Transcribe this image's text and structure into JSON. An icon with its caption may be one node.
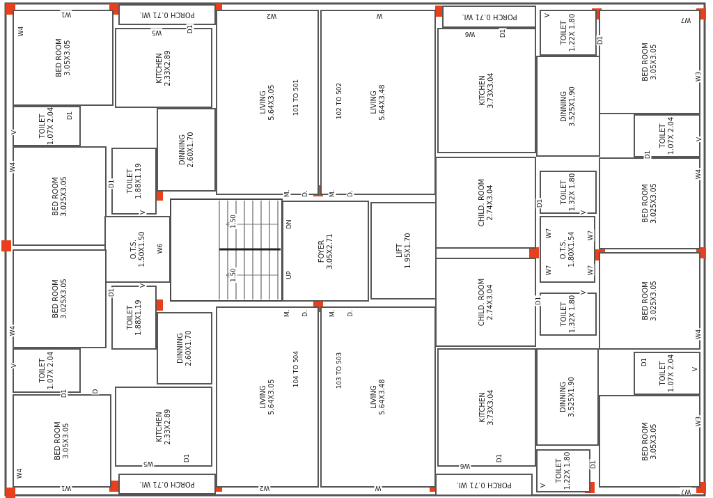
{
  "diagram": {
    "nodes": [
      {
        "text": [
          "BED ROOM",
          "3.05X3.05"
        ]
      },
      {
        "text": [
          "PORCH 0.71 WI."
        ]
      },
      {
        "text": [
          "KITCHEN",
          "2.33X2.89"
        ]
      },
      {
        "text": [
          "TOILET",
          "1.07X 2.04"
        ]
      },
      {
        "text": [
          "DINNING",
          "2.60X1.70"
        ]
      },
      {
        "text": [
          "BED ROOM",
          "3.025X3.05"
        ]
      },
      {
        "text": [
          "TOILET",
          "1.88X1.19"
        ]
      },
      {
        "text": [
          "O.T.S.",
          "1.50X1.50"
        ]
      },
      {
        "text": [
          "LIVING",
          "5.64X3.05"
        ]
      },
      {
        "text": [
          "LIVING",
          "5.64X3.48"
        ]
      },
      {
        "text": [
          "FOYER",
          "3.05X2.71"
        ]
      },
      {
        "text": [
          "LIFT",
          "1.95X1.70"
        ]
      },
      {
        "text": [
          "PORCH 0.71 WI."
        ]
      },
      {
        "text": [
          "KITCHEN",
          "3.73X3.04"
        ]
      },
      {
        "text": [
          "TOILET",
          "1.22X 1.80"
        ]
      },
      {
        "text": [
          "DINNING",
          "3.525X1.90"
        ]
      },
      {
        "text": [
          "BED ROOM",
          "3.05X3.05"
        ]
      },
      {
        "text": [
          "TOILET",
          "1.07X 2.04"
        ]
      },
      {
        "text": [
          "CHILD. ROOM",
          "2.74X3.04"
        ]
      },
      {
        "text": [
          "TOILET",
          "1.32X 1.80"
        ]
      },
      {
        "text": [
          "O.T.S.",
          "1.80X1.54"
        ]
      },
      {
        "text": [
          "BED ROOM",
          "3.025X3.05"
        ]
      },
      {
        "text": [
          "BED ROOM",
          "3.025X3.05"
        ]
      },
      {
        "text": [
          "TOILET",
          "1.88X1.19"
        ]
      },
      {
        "text": [
          "CHILD. ROOM",
          "2.74X3.04"
        ]
      },
      {
        "text": [
          "TOILET",
          "1.32X 1.80"
        ]
      },
      {
        "text": [
          "BED ROOM",
          "3.025X3.05"
        ]
      },
      {
        "text": [
          "TOILET",
          "1.07X 2.04"
        ]
      },
      {
        "text": [
          "DINNING",
          "2.60X1.70"
        ]
      },
      {
        "text": [
          "LIVING",
          "5.64X3.05"
        ]
      },
      {
        "text": [
          "LIVING",
          "5.64X3.48"
        ]
      },
      {
        "text": [
          "DINNING",
          "3.525X1.90"
        ]
      },
      {
        "text": [
          "TOILET",
          "1.07X 2.04"
        ]
      },
      {
        "text": [
          "BED ROOM",
          "3.05X3.05"
        ]
      },
      {
        "text": [
          "KITCHEN",
          "2.33X2.89"
        ]
      },
      {
        "text": [
          "KITCHEN",
          "3.73X3.04"
        ]
      },
      {
        "text": [
          "BED ROOM",
          "3.05X3.05"
        ]
      },
      {
        "text": [
          "PORCH 0.71 WI."
        ]
      },
      {
        "text": [
          "PORCH 0.71 WI."
        ]
      },
      {
        "text": [
          "TOILET",
          "1.22X 1.80"
        ]
      }
    ],
    "labels": [
      "W1",
      "W5",
      "D1",
      "W2",
      "W",
      "W6",
      "D1",
      "V",
      "D1",
      "W7",
      "W4",
      "V",
      "D1",
      "W4",
      "D1",
      "V",
      "W6",
      "1.50",
      "DN",
      "1.50",
      "UP",
      "M.",
      "D.",
      "M.",
      "D.",
      "101 TO 501",
      "102 TO 502",
      "W3",
      "D1",
      "V",
      "W4",
      "D1",
      "W7",
      "W7",
      "V",
      "M.",
      "D.",
      "M.",
      "D.",
      "104 TO 504",
      "103 TO 503",
      "W7",
      "W7",
      "V",
      "D1",
      "W4",
      "D1",
      "V",
      "D1",
      "V",
      "W4",
      "D",
      "D1",
      "V",
      "W3",
      "D1",
      "W4",
      "W5",
      "D1",
      "W6",
      "D1",
      "V",
      "W1",
      "W2",
      "W",
      "W7"
    ]
  }
}
